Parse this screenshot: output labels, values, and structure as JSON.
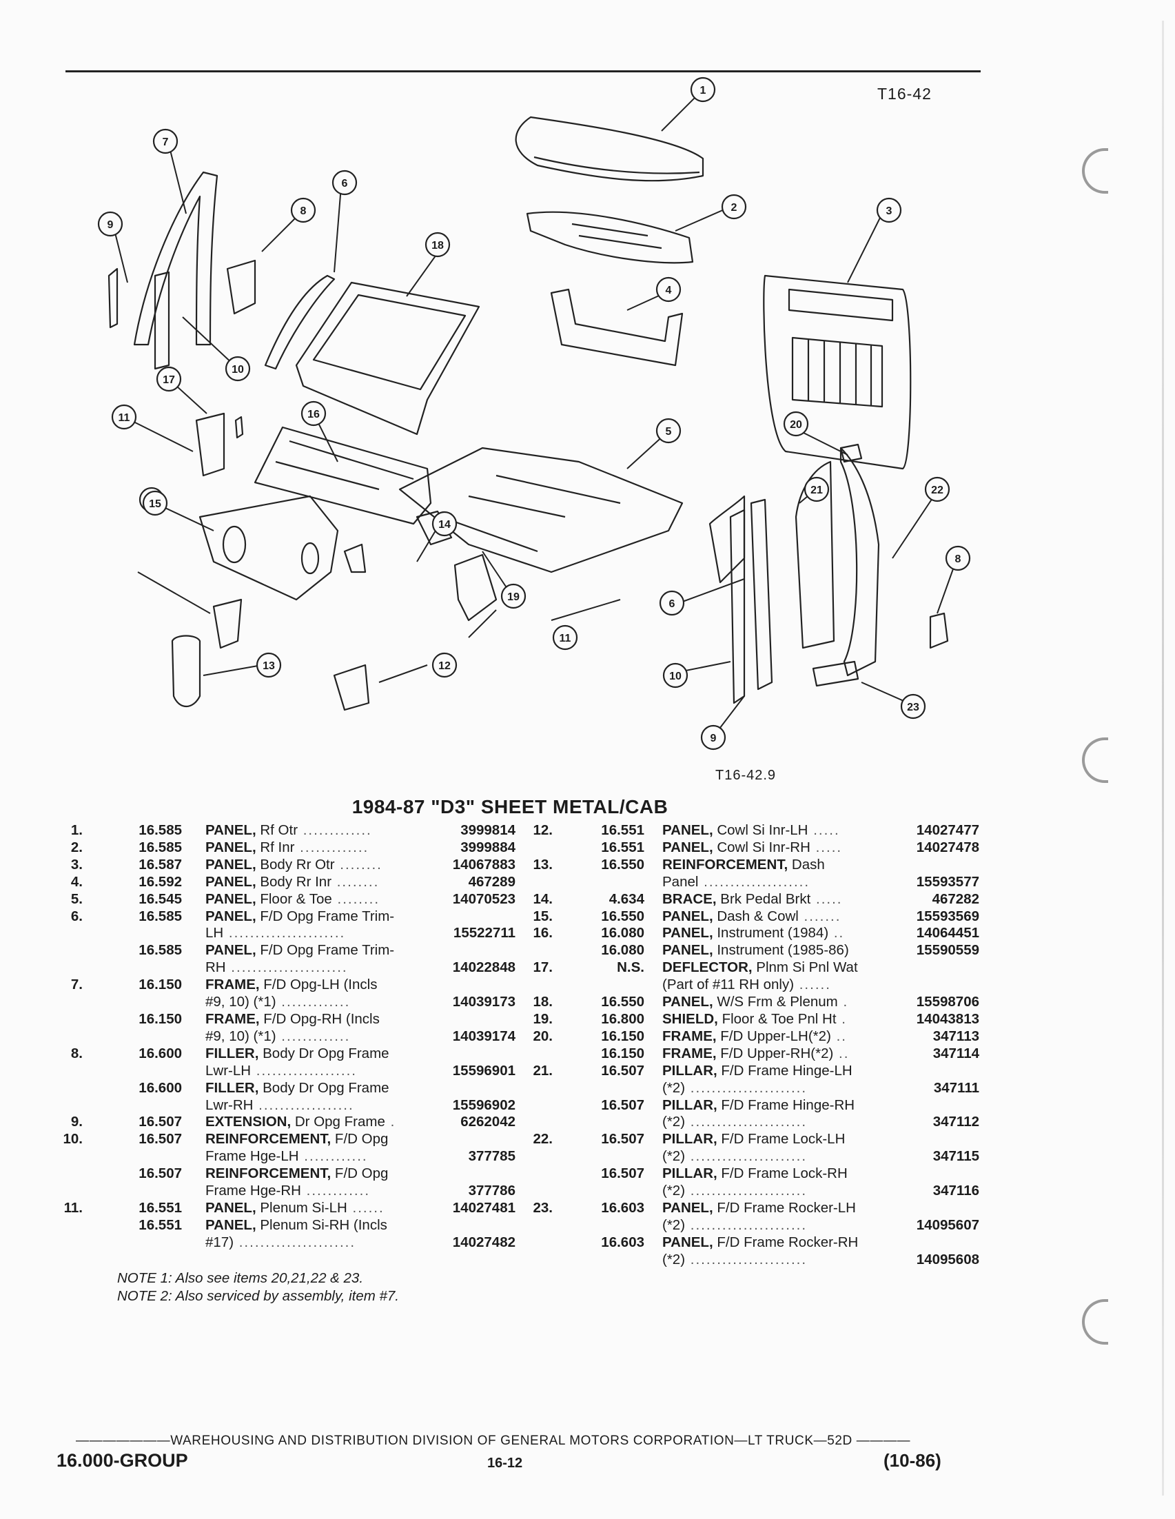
{
  "figure_ids": {
    "top": "T16-42",
    "bottom": "T16-42.9"
  },
  "title": "1984-87 \"D3\" SHEET METAL/CAB",
  "callouts": [
    "1",
    "2",
    "3",
    "4",
    "5",
    "6",
    "7",
    "8",
    "9",
    "10",
    "11",
    "12",
    "13",
    "14",
    "15",
    "16",
    "17",
    "18",
    "19",
    "20",
    "21",
    "22",
    "23"
  ],
  "left_items": [
    {
      "num": "1.",
      "grp": "16.585",
      "kw": "PANEL,",
      "text": " Rf Otr",
      "dots": " .............",
      "pn": "3999814"
    },
    {
      "num": "2.",
      "grp": "16.585",
      "kw": "PANEL,",
      "text": " Rf Inr",
      "dots": " .............",
      "pn": "3999884"
    },
    {
      "num": "3.",
      "grp": "16.587",
      "kw": "PANEL,",
      "text": " Body Rr Otr",
      "dots": " ........",
      "pn": "14067883"
    },
    {
      "num": "4.",
      "grp": "16.592",
      "kw": "PANEL,",
      "text": " Body Rr Inr",
      "dots": " ........",
      "pn": "467289"
    },
    {
      "num": "5.",
      "grp": "16.545",
      "kw": "PANEL,",
      "text": " Floor & Toe",
      "dots": " ........",
      "pn": "14070523"
    },
    {
      "num": "6.",
      "grp": "16.585",
      "kw": "PANEL,",
      "text": " F/D Opg Frame Trim-",
      "dots": "",
      "pn": ""
    },
    {
      "num": "",
      "grp": "",
      "kw": "",
      "text": "LH",
      "dots": " ......................",
      "pn": "15522711"
    },
    {
      "num": "",
      "grp": "16.585",
      "kw": "PANEL,",
      "text": " F/D Opg Frame Trim-",
      "dots": "",
      "pn": ""
    },
    {
      "num": "",
      "grp": "",
      "kw": "",
      "text": "RH",
      "dots": " ......................",
      "pn": "14022848"
    },
    {
      "num": "7.",
      "grp": "16.150",
      "kw": "FRAME,",
      "text": " F/D Opg-LH (Incls",
      "dots": "",
      "pn": ""
    },
    {
      "num": "",
      "grp": "",
      "kw": "",
      "text": "#9, 10) (*1)",
      "dots": " .............",
      "pn": "14039173"
    },
    {
      "num": "",
      "grp": "16.150",
      "kw": "FRAME,",
      "text": " F/D Opg-RH (Incls",
      "dots": "",
      "pn": ""
    },
    {
      "num": "",
      "grp": "",
      "kw": "",
      "text": "#9, 10) (*1)",
      "dots": " .............",
      "pn": "14039174"
    },
    {
      "num": "8.",
      "grp": "16.600",
      "kw": "FILLER,",
      "text": " Body Dr Opg Frame",
      "dots": "",
      "pn": ""
    },
    {
      "num": "",
      "grp": "",
      "kw": "",
      "text": "Lwr-LH",
      "dots": " ...................",
      "pn": "15596901"
    },
    {
      "num": "",
      "grp": "16.600",
      "kw": "FILLER,",
      "text": " Body Dr Opg Frame",
      "dots": "",
      "pn": ""
    },
    {
      "num": "",
      "grp": "",
      "kw": "",
      "text": "Lwr-RH",
      "dots": " ..................",
      "pn": "15596902"
    },
    {
      "num": "9.",
      "grp": "16.507",
      "kw": "EXTENSION,",
      "text": " Dr Opg Frame",
      "dots": " .",
      "pn": "6262042"
    },
    {
      "num": "10.",
      "grp": "16.507",
      "kw": "REINFORCEMENT,",
      "text": " F/D Opg",
      "dots": "",
      "pn": ""
    },
    {
      "num": "",
      "grp": "",
      "kw": "",
      "text": "Frame Hge-LH",
      "dots": " ............",
      "pn": "377785"
    },
    {
      "num": "",
      "grp": "16.507",
      "kw": "REINFORCEMENT,",
      "text": " F/D Opg",
      "dots": "",
      "pn": ""
    },
    {
      "num": "",
      "grp": "",
      "kw": "",
      "text": "Frame Hge-RH",
      "dots": " ............",
      "pn": "377786"
    },
    {
      "num": "11.",
      "grp": "16.551",
      "kw": "PANEL,",
      "text": " Plenum Si-LH",
      "dots": " ......",
      "pn": "14027481"
    },
    {
      "num": "",
      "grp": "16.551",
      "kw": "PANEL,",
      "text": " Plenum Si-RH (Incls",
      "dots": "",
      "pn": ""
    },
    {
      "num": "",
      "grp": "",
      "kw": "",
      "text": "#17)",
      "dots": " ......................",
      "pn": "14027482"
    }
  ],
  "right_items": [
    {
      "num": "12.",
      "grp": "16.551",
      "kw": "PANEL,",
      "text": " Cowl Si Inr-LH",
      "dots": " .....",
      "pn": "14027477"
    },
    {
      "num": "",
      "grp": "16.551",
      "kw": "PANEL,",
      "text": " Cowl Si Inr-RH",
      "dots": " .....",
      "pn": "14027478"
    },
    {
      "num": "13.",
      "grp": "16.550",
      "kw": "REINFORCEMENT,",
      "text": " Dash",
      "dots": "",
      "pn": ""
    },
    {
      "num": "",
      "grp": "",
      "kw": "",
      "text": "Panel",
      "dots": " ....................",
      "pn": "15593577"
    },
    {
      "num": "14.",
      "grp": "4.634",
      "kw": "BRACE,",
      "text": " Brk Pedal Brkt",
      "dots": " .....",
      "pn": "467282"
    },
    {
      "num": "15.",
      "grp": "16.550",
      "kw": "PANEL,",
      "text": " Dash & Cowl",
      "dots": " .......",
      "pn": "15593569"
    },
    {
      "num": "16.",
      "grp": "16.080",
      "kw": "PANEL,",
      "text": " Instrument (1984)",
      "dots": " ..",
      "pn": "14064451"
    },
    {
      "num": "",
      "grp": "16.080",
      "kw": "PANEL,",
      "text": " Instrument (1985-86)",
      "dots": "",
      "pn": "15590559"
    },
    {
      "num": "17.",
      "grp": "N.S.",
      "kw": "DEFLECTOR,",
      "text": " Plnm Si Pnl Wat",
      "dots": "",
      "pn": ""
    },
    {
      "num": "",
      "grp": "",
      "kw": "",
      "text": "(Part of #11 RH only)",
      "dots": " ......",
      "pn": ""
    },
    {
      "num": "18.",
      "grp": "16.550",
      "kw": "PANEL,",
      "text": " W/S Frm & Plenum",
      "dots": " .",
      "pn": "15598706"
    },
    {
      "num": "19.",
      "grp": "16.800",
      "kw": "SHIELD,",
      "text": " Floor & Toe Pnl Ht",
      "dots": " .",
      "pn": "14043813"
    },
    {
      "num": "20.",
      "grp": "16.150",
      "kw": "FRAME,",
      "text": " F/D Upper-LH(*2)",
      "dots": " ..",
      "pn": "347113"
    },
    {
      "num": "",
      "grp": "16.150",
      "kw": "FRAME,",
      "text": " F/D Upper-RH(*2)",
      "dots": " ..",
      "pn": "347114"
    },
    {
      "num": "21.",
      "grp": "16.507",
      "kw": "PILLAR,",
      "text": " F/D Frame Hinge-LH",
      "dots": "",
      "pn": ""
    },
    {
      "num": "",
      "grp": "",
      "kw": "",
      "text": "(*2)",
      "dots": " ......................",
      "pn": "347111"
    },
    {
      "num": "",
      "grp": "16.507",
      "kw": "PILLAR,",
      "text": " F/D Frame Hinge-RH",
      "dots": "",
      "pn": ""
    },
    {
      "num": "",
      "grp": "",
      "kw": "",
      "text": "(*2)",
      "dots": " ......................",
      "pn": "347112"
    },
    {
      "num": "22.",
      "grp": "16.507",
      "kw": "PILLAR,",
      "text": " F/D Frame Lock-LH",
      "dots": "",
      "pn": ""
    },
    {
      "num": "",
      "grp": "",
      "kw": "",
      "text": "(*2)",
      "dots": " ......................",
      "pn": "347115"
    },
    {
      "num": "",
      "grp": "16.507",
      "kw": "PILLAR,",
      "text": " F/D Frame Lock-RH",
      "dots": "",
      "pn": ""
    },
    {
      "num": "",
      "grp": "",
      "kw": "",
      "text": "(*2)",
      "dots": " ......................",
      "pn": "347116"
    },
    {
      "num": "23.",
      "grp": "16.603",
      "kw": "PANEL,",
      "text": " F/D Frame Rocker-LH",
      "dots": "",
      "pn": ""
    },
    {
      "num": "",
      "grp": "",
      "kw": "",
      "text": "(*2)",
      "dots": " ......................",
      "pn": "14095607"
    },
    {
      "num": "",
      "grp": "16.603",
      "kw": "PANEL,",
      "text": " F/D Frame Rocker-RH",
      "dots": "",
      "pn": ""
    },
    {
      "num": "",
      "grp": "",
      "kw": "",
      "text": "(*2)",
      "dots": " ......................",
      "pn": "14095608"
    }
  ],
  "notes": [
    "NOTE 1: Also see items 20,21,22 & 23.",
    "NOTE 2: Also serviced by assembly, item #7."
  ],
  "footer": {
    "line": "———————WAREHOUSING AND DISTRIBUTION  DIVISION OF GENERAL MOTORS CORPORATION—LT TRUCK—52D  ————",
    "group": "16.000-GROUP",
    "page": "16-12",
    "date": "(10-86)"
  },
  "colors": {
    "ink": "#1c1c1c",
    "paper": "#fbfbfb",
    "hole": "#9a9a9a"
  }
}
